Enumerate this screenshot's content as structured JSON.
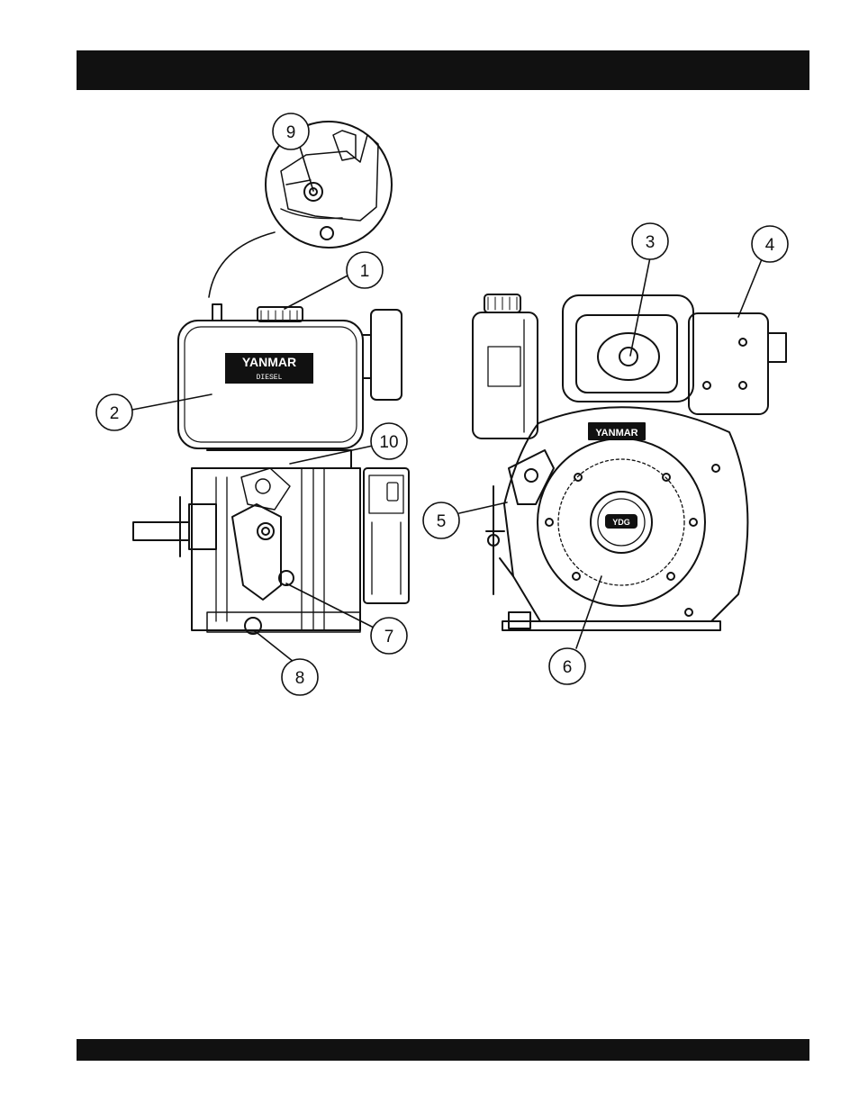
{
  "brand": {
    "logo_left": "YANMAR",
    "logo_left_line2": "DIESEL",
    "logo_right": "YANMAR",
    "hub_badge": "YDG"
  },
  "callouts": [
    "1",
    "2",
    "3",
    "4",
    "5",
    "6",
    "7",
    "8",
    "9",
    "10"
  ],
  "colors": {
    "ink": "#111111",
    "paper": "#ffffff"
  }
}
